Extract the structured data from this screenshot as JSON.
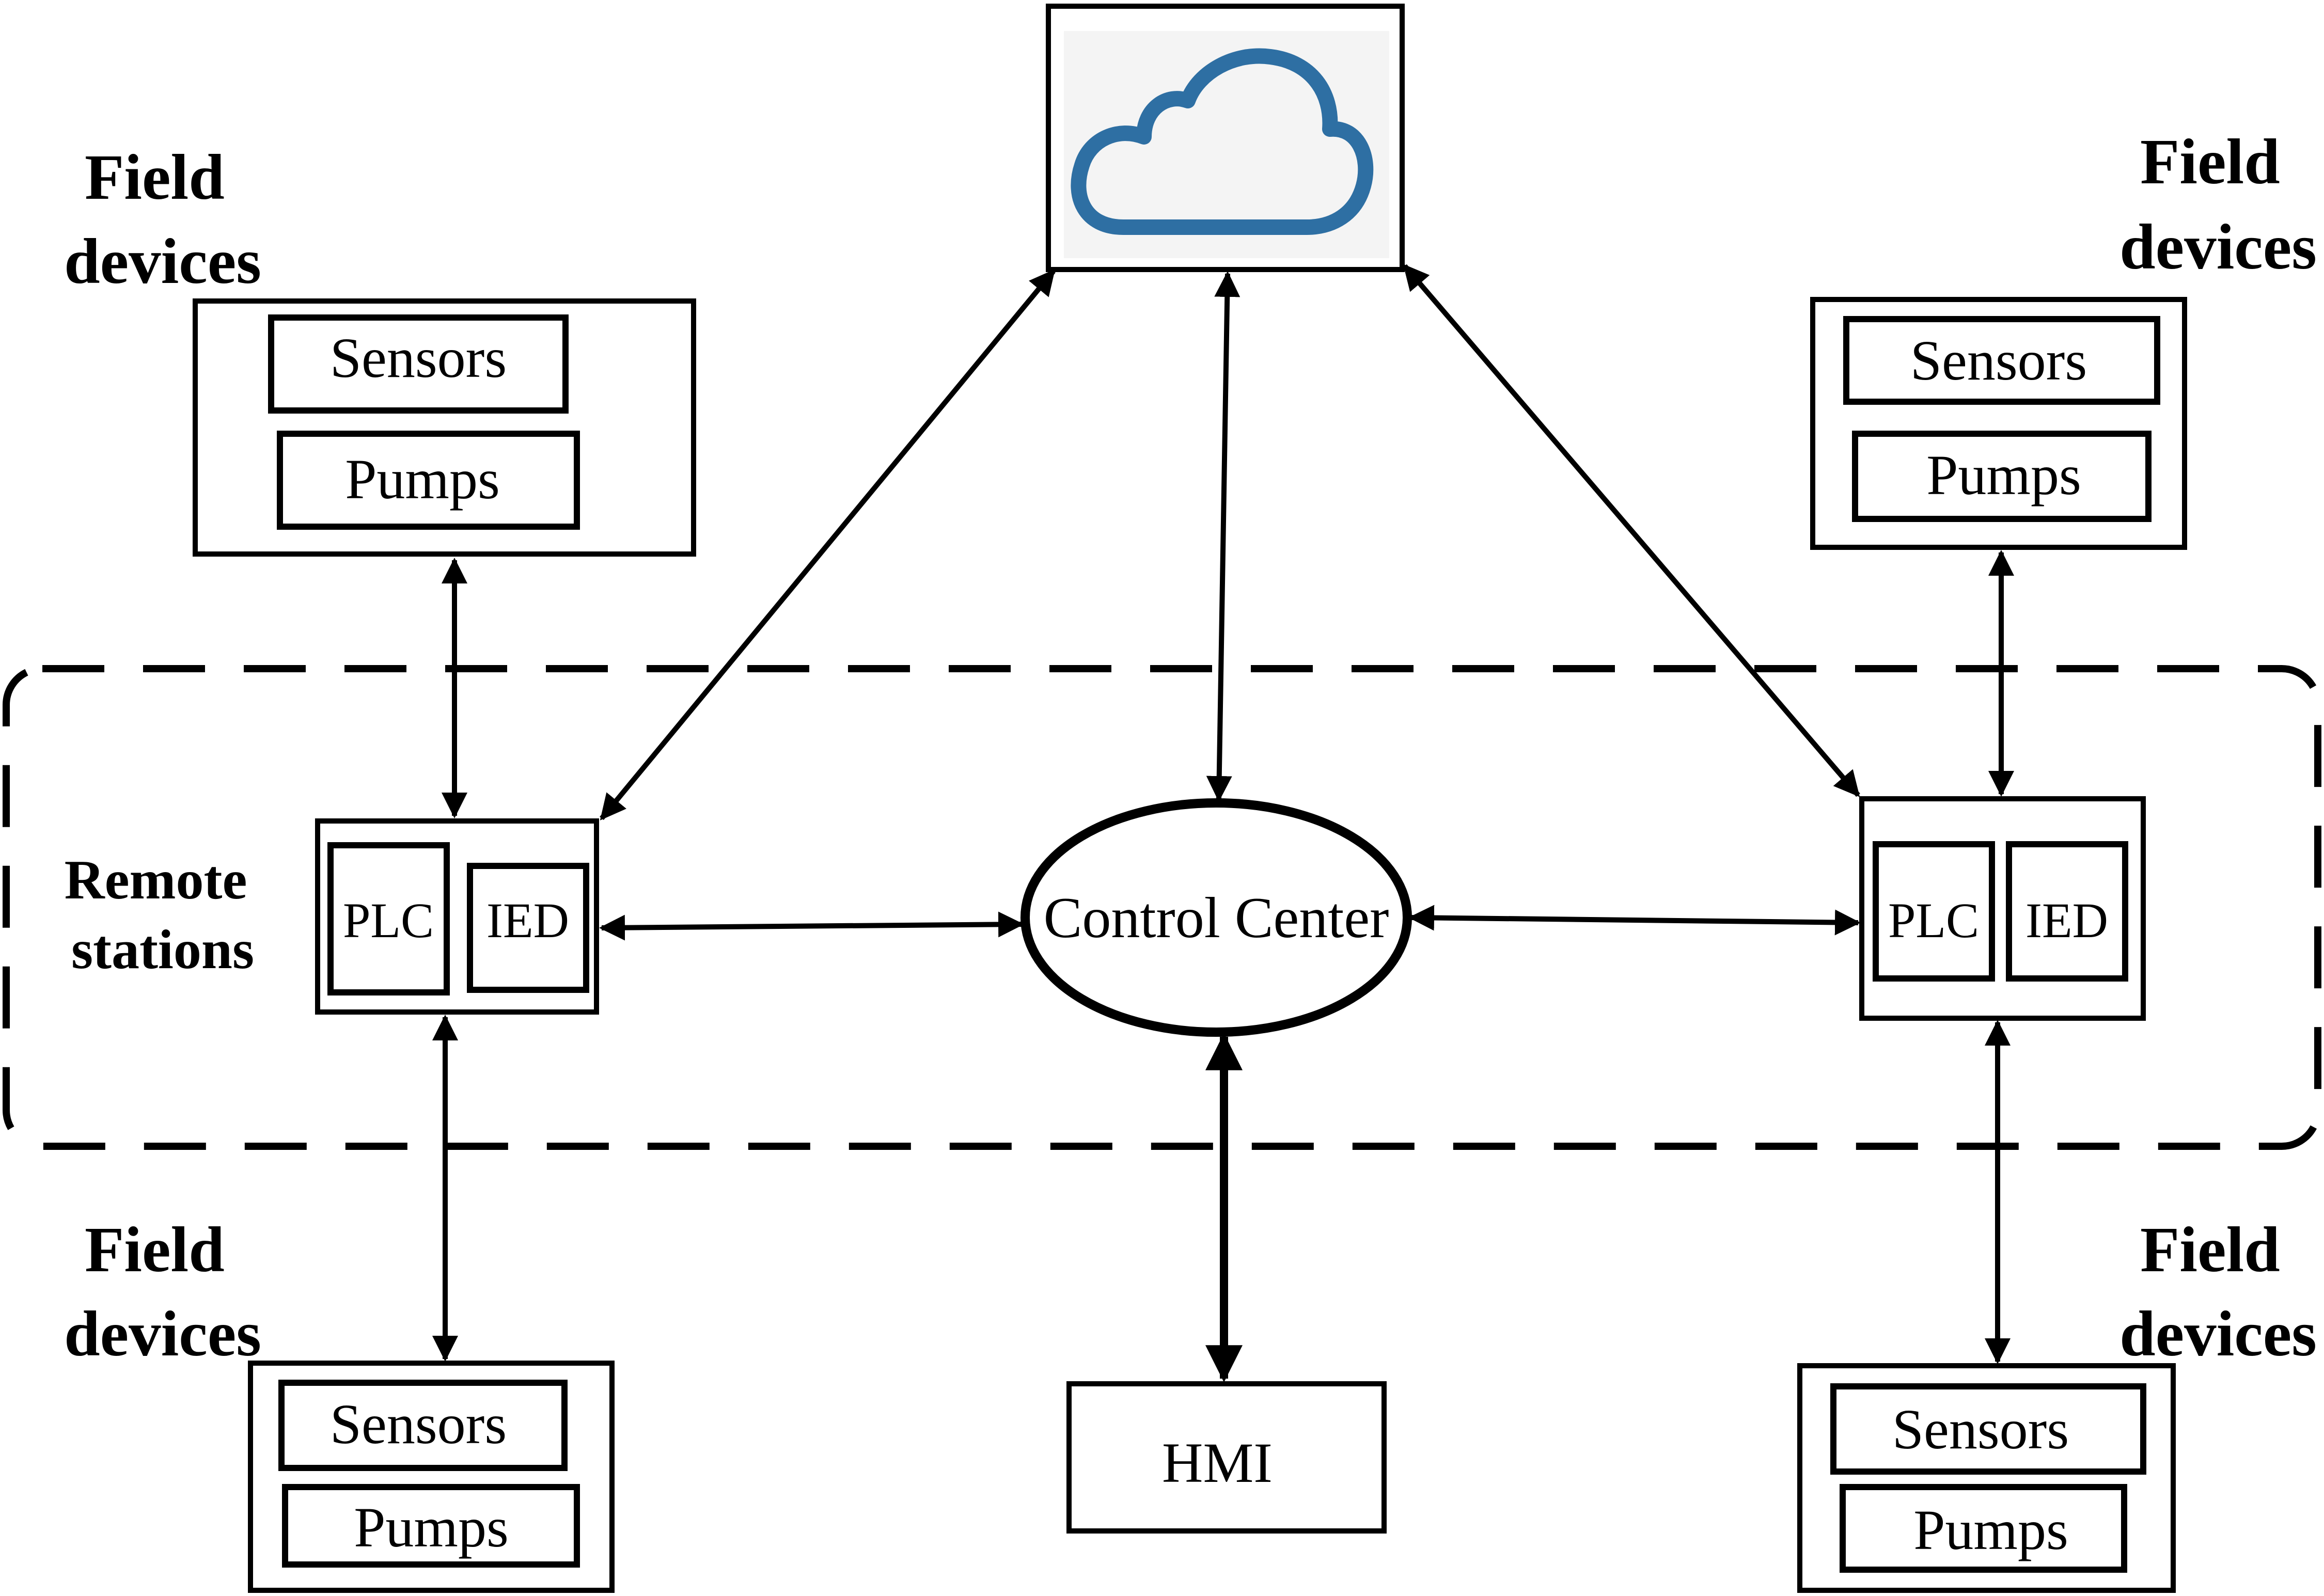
{
  "labels": {
    "field_devices_tl": [
      "Field",
      "devices"
    ],
    "field_devices_tr": [
      "Field",
      "devices"
    ],
    "field_devices_bl": [
      "Field",
      "devices"
    ],
    "field_devices_br": [
      "Field",
      "devices"
    ],
    "remote_stations": [
      "Remote",
      "stations"
    ]
  },
  "field_groups": {
    "tl": {
      "sensors": "Sensors",
      "pumps": "Pumps"
    },
    "tr": {
      "sensors": "Sensors",
      "pumps": "Pumps"
    },
    "bl": {
      "sensors": "Sensors",
      "pumps": "Pumps"
    },
    "br": {
      "sensors": "Sensors",
      "pumps": "Pumps"
    }
  },
  "stations": {
    "left": {
      "plc": "PLC",
      "ied": "IED"
    },
    "right": {
      "plc": "PLC",
      "ied": "IED"
    }
  },
  "control_center": "Control Center",
  "hmi": "HMI",
  "icons": {
    "cloud": "cloud-icon"
  },
  "colors": {
    "cloud_stroke": "#2e6fa3",
    "cloud_bg": "#f4f4f4",
    "line": "#000000"
  }
}
